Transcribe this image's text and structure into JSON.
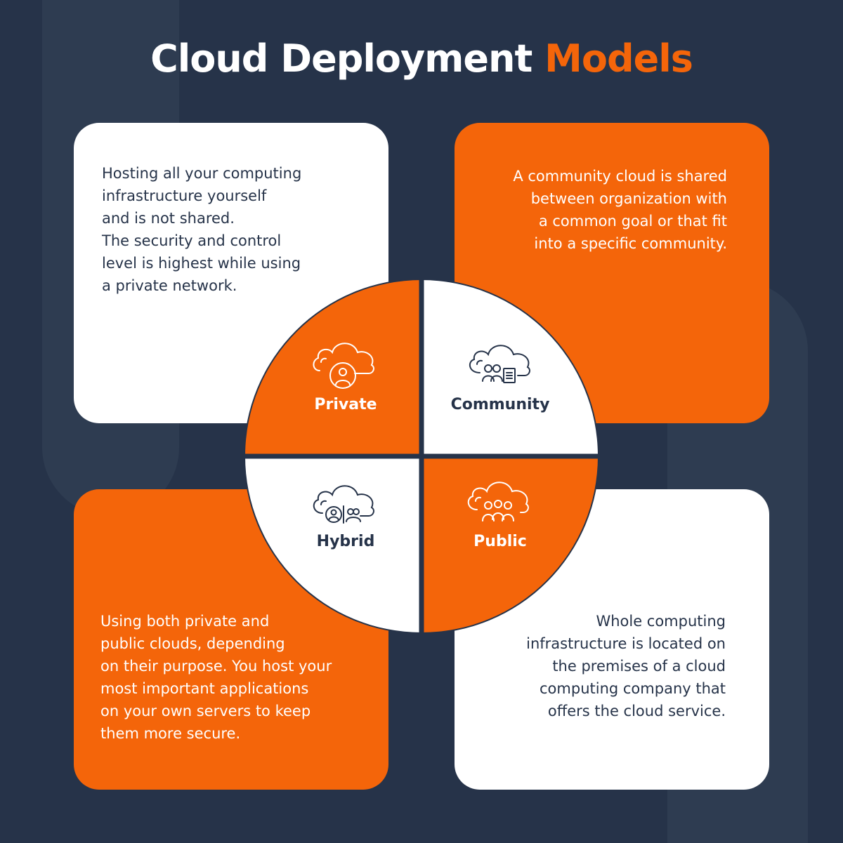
{
  "title": {
    "main": "Cloud Deployment",
    "accent": "Models"
  },
  "colors": {
    "background": "#263349",
    "accent": "#f4650a",
    "white": "#ffffff"
  },
  "cards": {
    "private": {
      "text": "Hosting all your computing\ninfrastructure yourself\nand is not shared.\nThe security and control\nlevel is highest while using\na private network."
    },
    "community": {
      "text": "A community cloud is shared\nbetween organization with\na common goal or that fit\ninto a specific community."
    },
    "hybrid": {
      "text": "Using both private and\npublic clouds, depending\non their purpose. You host your\nmost important applications\non your own servers to keep\nthem more secure."
    },
    "public": {
      "text": "Whole computing\ninfrastructure is located on\nthe premises of a cloud\ncomputing company that\noffers the cloud service."
    }
  },
  "wheel": {
    "private": {
      "label": "Private",
      "icon": "cloud-user-icon"
    },
    "community": {
      "label": "Community",
      "icon": "cloud-group-document-icon"
    },
    "hybrid": {
      "label": "Hybrid",
      "icon": "cloud-user-group-icon"
    },
    "public": {
      "label": "Public",
      "icon": "cloud-crowd-icon"
    }
  }
}
